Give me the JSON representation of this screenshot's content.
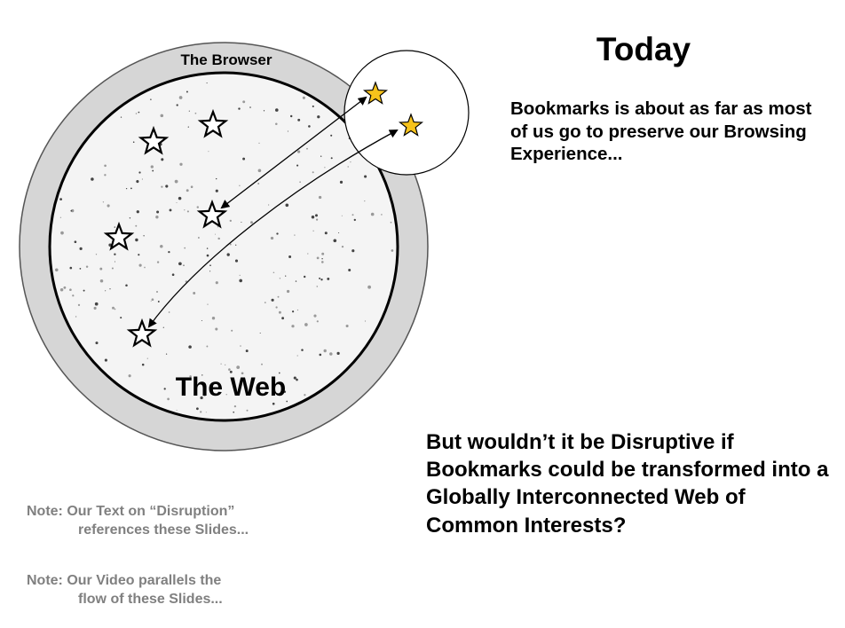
{
  "title": "Today",
  "browser_label": "The Browser",
  "web_label": "The Web",
  "today_text": "Bookmarks is about as far as most of us go to preserve our Browsing Experience...",
  "disruptive_text": "But wouldn’t it be Disruptive if Bookmarks could be transformed into a Globally Interconnected Web of Common Interests?",
  "notes": [
    {
      "line1": "Note: Our Text on “Disruption”",
      "line2": "references these Slides..."
    },
    {
      "line1": "Note: Our Video parallels the",
      "line2": "flow of these Slides..."
    }
  ],
  "colors": {
    "browser_ring": "#d6d6d6",
    "web_fill": "#f4f4f4",
    "bookmark_star": "#f7c31b",
    "note_text": "#808080"
  },
  "icons": {
    "web_star": "star-outline-icon",
    "bookmark_star": "star-filled-icon"
  }
}
